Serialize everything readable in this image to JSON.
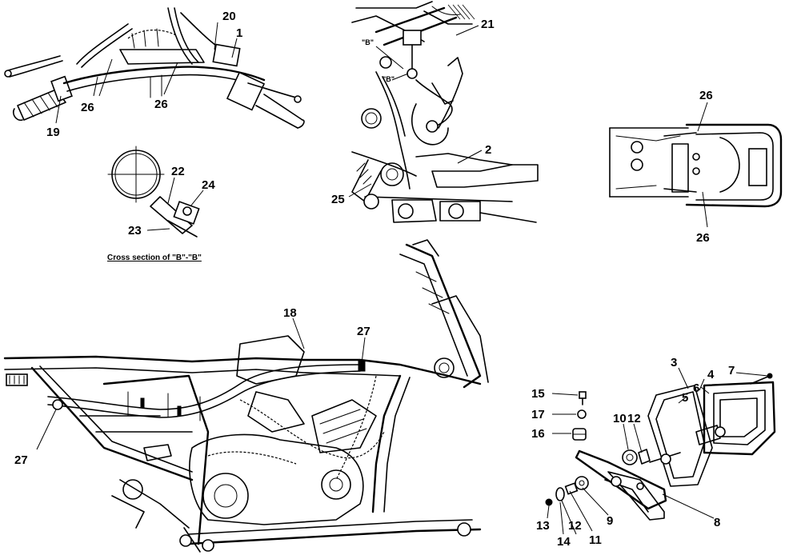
{
  "callouts": {
    "c1": "1",
    "c2": "2",
    "c3": "3",
    "c4": "4",
    "c5": "5",
    "c6": "6",
    "c7": "7",
    "c8": "8",
    "c9": "9",
    "c10": "10",
    "c11": "11",
    "c12a": "12",
    "c12b": "12",
    "c13": "13",
    "c14": "14",
    "c15": "15",
    "c16": "16",
    "c17": "17",
    "c18": "18",
    "c19": "19",
    "c20": "20",
    "c21": "21",
    "c22": "22",
    "c23": "23",
    "c24": "24",
    "c25": "25",
    "c26a": "26",
    "c26b": "26",
    "c26c": "26",
    "c26d": "26",
    "c27a": "27",
    "c27b": "27"
  },
  "section_markers": {
    "b1": "\"B\"",
    "b2": "\"B\""
  },
  "caption": "Cross section of \"B\"-\"B\""
}
